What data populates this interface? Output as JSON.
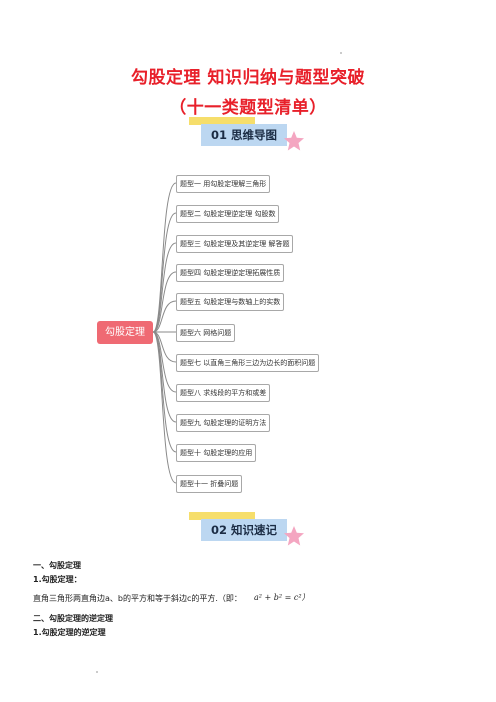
{
  "title_line1": "勾股定理  知识归纳与题型突破",
  "title_line2": "（十一类题型清单）",
  "section1": "01    思维导图",
  "section2": "02    知识速记",
  "mindmap": {
    "center": "勾股定理",
    "branches": [
      "题型一 用勾股定理解三角形",
      "题型二 勾股定理逆定理 勾股数",
      "题型三 勾股定理及其逆定理 解答题",
      "题型四 勾股定理逆定理拓展性质",
      "题型五 勾股定理与数轴上的实数",
      "题型六 网格问题",
      "题型七 以直角三角形三边为边长的面积问题",
      "题型八 求线段的平方和或差",
      "题型九 勾股定理的证明方法",
      "题型十 勾股定理的应用",
      "题型十一 折叠问题"
    ]
  },
  "notes": {
    "h1": "一、勾股定理",
    "h1_sub": "1.勾股定理：",
    "h1_body": "直角三角形两直角边a、b的平方和等于斜边c的平方.（即：",
    "formula": "a² + b² = c²）",
    "h2": "二、勾股定理的逆定理",
    "h2_sub": "1.勾股定理的逆定理"
  }
}
